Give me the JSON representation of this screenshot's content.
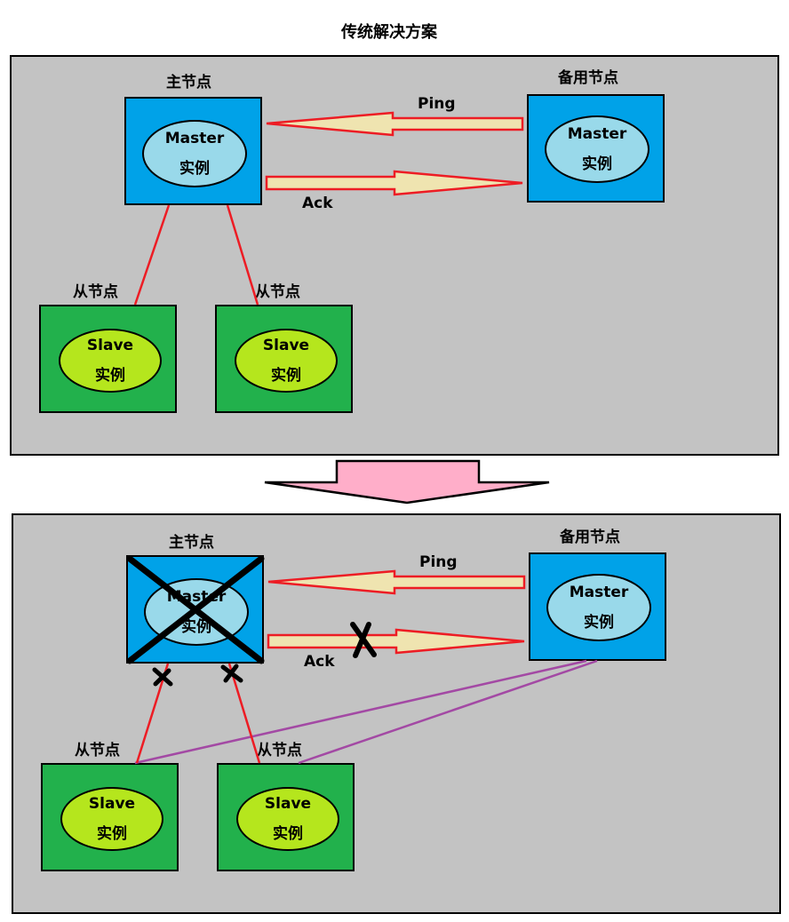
{
  "title": "传统解决方案",
  "colors": {
    "panel_bg": "#c3c3c3",
    "master_box": "#00a2e8",
    "master_ellipse": "#99d9ea",
    "slave_box": "#22b14c",
    "slave_ellipse": "#b5e61d",
    "arrow_fill": "#efe4b0",
    "arrow_stroke": "#ed1c24",
    "link_red": "#ed1c24",
    "link_purple": "#a349a4",
    "transition_arrow": "#ffaec9"
  },
  "top": {
    "master_label": "主节点",
    "backup_label": "备用节点",
    "master_text1": "Master",
    "master_text2": "实例",
    "backup_text1": "Master",
    "backup_text2": "实例",
    "ping": "Ping",
    "ack": "Ack",
    "slave1_label": "从节点",
    "slave2_label": "从节点",
    "slave1_text1": "Slave",
    "slave1_text2": "实例",
    "slave2_text1": "Slave",
    "slave2_text2": "实例"
  },
  "bottom": {
    "master_label": "主节点",
    "backup_label": "备用节点",
    "master_text1": "Master",
    "master_text2": "实例",
    "backup_text1": "Master",
    "backup_text2": "实例",
    "ping": "Ping",
    "ack": "Ack",
    "slave1_label": "从节点",
    "slave2_label": "从节点",
    "slave1_text1": "Slave",
    "slave1_text2": "实例",
    "slave2_text1": "Slave",
    "slave2_text2": "实例"
  }
}
